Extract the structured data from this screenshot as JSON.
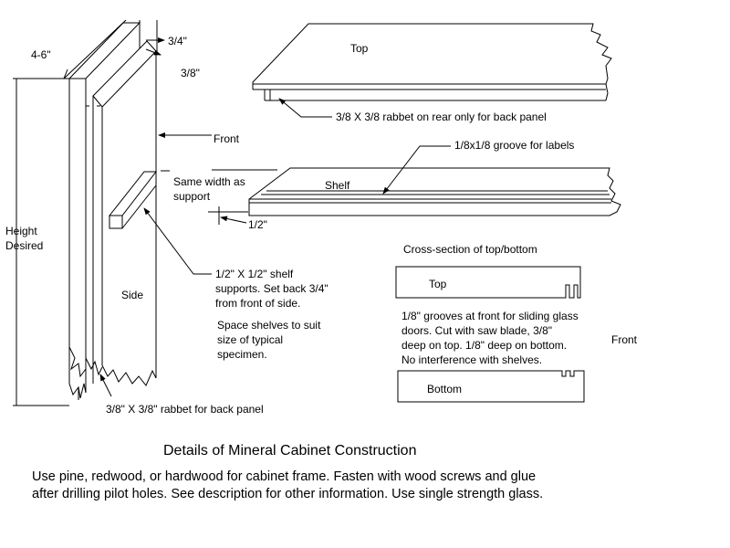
{
  "side_view": {
    "dim_width": "4-6\"",
    "dim_thickness": "3/4\"",
    "dim_rabbet": "3/8\"",
    "front_label": "Front",
    "shelf_width_note": [
      "Same width as",
      "support"
    ],
    "height_label": [
      "Height",
      "Desired"
    ],
    "side_label": "Side",
    "shelf_support_note": [
      "1/2\" X 1/2\" shelf",
      "supports. Set back 3/4\"",
      "from front of side."
    ],
    "spacing_note": [
      "Space shelves to suit",
      "size of typical",
      "specimen."
    ],
    "rabbet_note": "3/8\" X 3/8\" rabbet for back panel"
  },
  "top_view": {
    "top_label": "Top",
    "rabbet_note": "3/8 X 3/8 rabbet on rear only for back panel"
  },
  "shelf_view": {
    "groove_note": "1/8x1/8 groove for labels",
    "shelf_label": "Shelf",
    "thickness_label": "1/2\""
  },
  "cross_section": {
    "heading": "Cross-section of top/bottom",
    "top_label": "Top",
    "bottom_label": "Bottom",
    "front_label": "Front",
    "groove_note": [
      "1/8\" grooves at front for sliding glass",
      "doors. Cut with saw blade, 3/8\"",
      "deep on top. 1/8\" deep on bottom.",
      "No interference with shelves."
    ]
  },
  "caption": {
    "title": "Details of Mineral Cabinet Construction",
    "description": [
      "Use pine, redwood, or hardwood for cabinet frame. Fasten with wood screws and glue",
      "after drilling pilot holes. See description for other information. Use single strength glass."
    ]
  }
}
